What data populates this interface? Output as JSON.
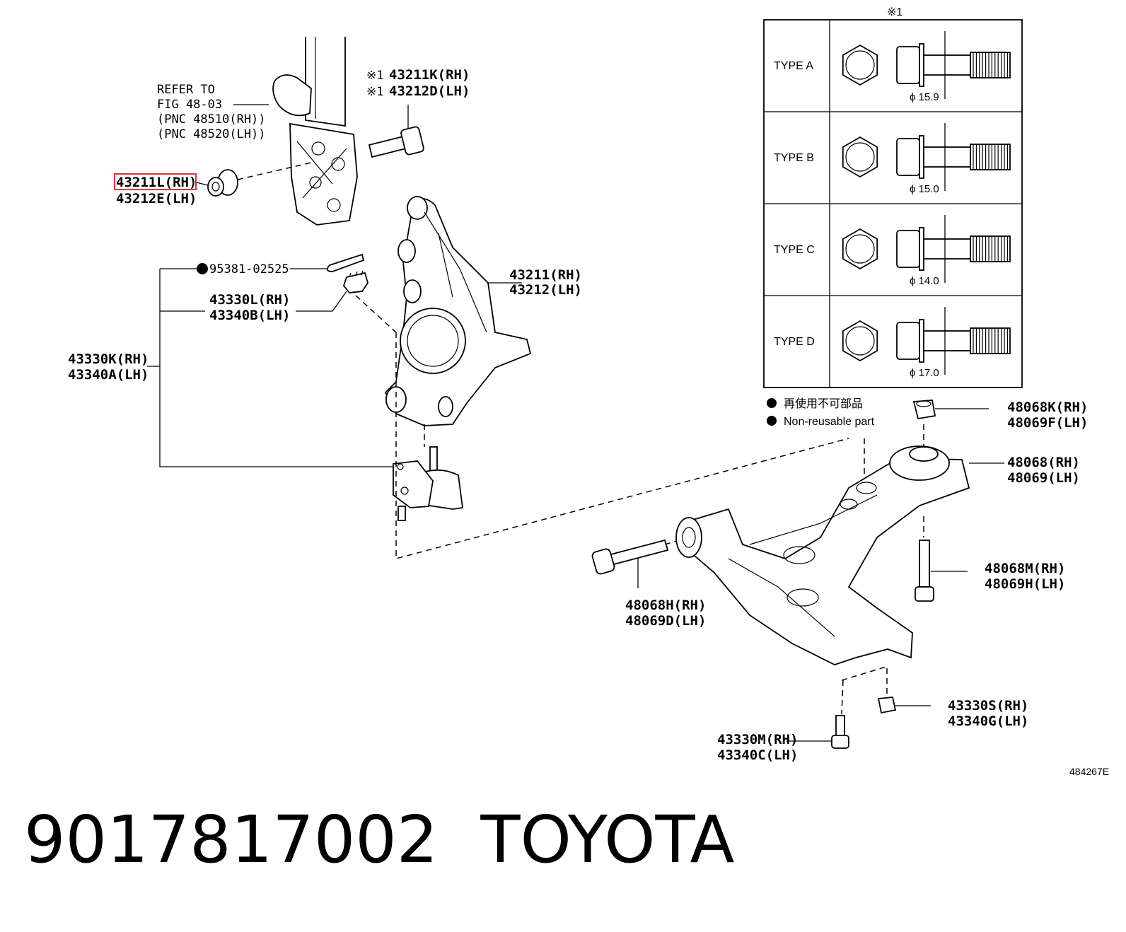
{
  "diagram": {
    "table": {
      "marker": "※1",
      "rows": [
        {
          "type": "TYPE A",
          "dim": "ϕ 15.9"
        },
        {
          "type": "TYPE B",
          "dim": "ϕ 15.0"
        },
        {
          "type": "TYPE C",
          "dim": "ϕ 14.0"
        },
        {
          "type": "TYPE D",
          "dim": "ϕ 17.0"
        }
      ]
    },
    "legend": {
      "line1": "再使用不可部品",
      "line2": "Non-reusable part"
    },
    "labels": {
      "refer_1": "REFER TO",
      "refer_2": "FIG 48-03",
      "refer_3": "(PNC 48510(RH))",
      "refer_4": "(PNC 48520(LH))",
      "k_mark_1": "※1",
      "k_part_1": "43211K(RH)",
      "k_mark_2": "※1",
      "k_part_2": "43212D(LH)",
      "highlighted_part": "43211L(RH)",
      "bush_lh": "43212E(LH)",
      "cotter_pin": "95381-02525",
      "nut_rh": "43330L(RH)",
      "nut_lh": "43340B(LH)",
      "knuckle_rh": "43211(RH)",
      "knuckle_lh": "43212(LH)",
      "balljoint_rh": "43330K(RH)",
      "balljoint_lh": "43340A(LH)",
      "nut2_rh": "48068K(RH)",
      "nut2_lh": "48069F(LH)",
      "arm_rh": "48068(RH)",
      "arm_lh": "48069(LH)",
      "bolt_h_rh": "48068H(RH)",
      "bolt_h_lh": "48069D(LH)",
      "bolt_m_rh": "48068M(RH)",
      "bolt_m_lh": "48069H(LH)",
      "nut3_rh": "43330S(RH)",
      "nut3_lh": "43340G(LH)",
      "bolt3_rh": "43330M(RH)",
      "bolt3_lh": "43340C(LH)"
    },
    "figure_id": "484267E",
    "highlight_color": "#d9343a"
  },
  "footer": {
    "part_number": "9017817002",
    "brand": "TOYOTA"
  }
}
